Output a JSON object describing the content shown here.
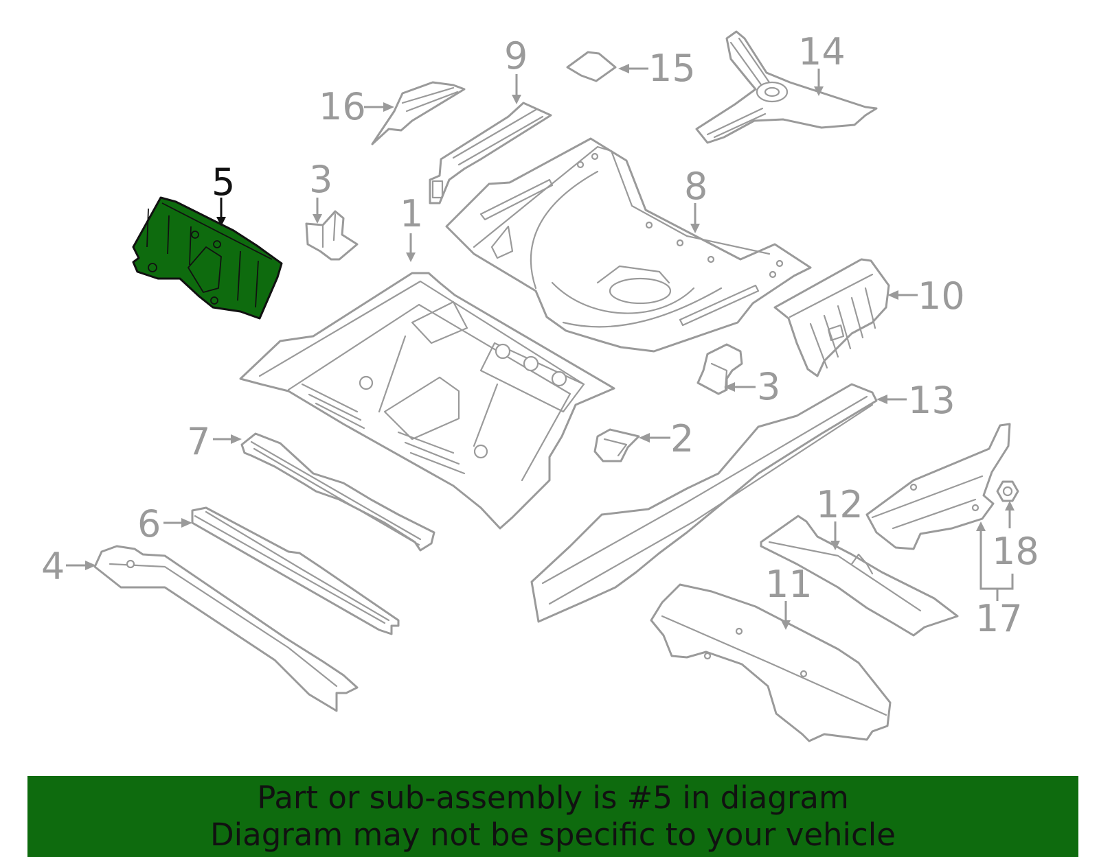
{
  "highlight_color": "#0e6b0e",
  "callouts": {
    "c1": "1",
    "c2": "2",
    "c3a": "3",
    "c3b": "3",
    "c4": "4",
    "c5": "5",
    "c6": "6",
    "c7": "7",
    "c8": "8",
    "c9": "9",
    "c10": "10",
    "c11": "11",
    "c12": "12",
    "c13": "13",
    "c14": "14",
    "c15": "15",
    "c16": "16",
    "c17": "17",
    "c18": "18"
  },
  "highlighted_part": "5",
  "banner": {
    "line1": "Part or sub-assembly is #5 in diagram",
    "line2": "Diagram may not be specific to your vehicle"
  }
}
